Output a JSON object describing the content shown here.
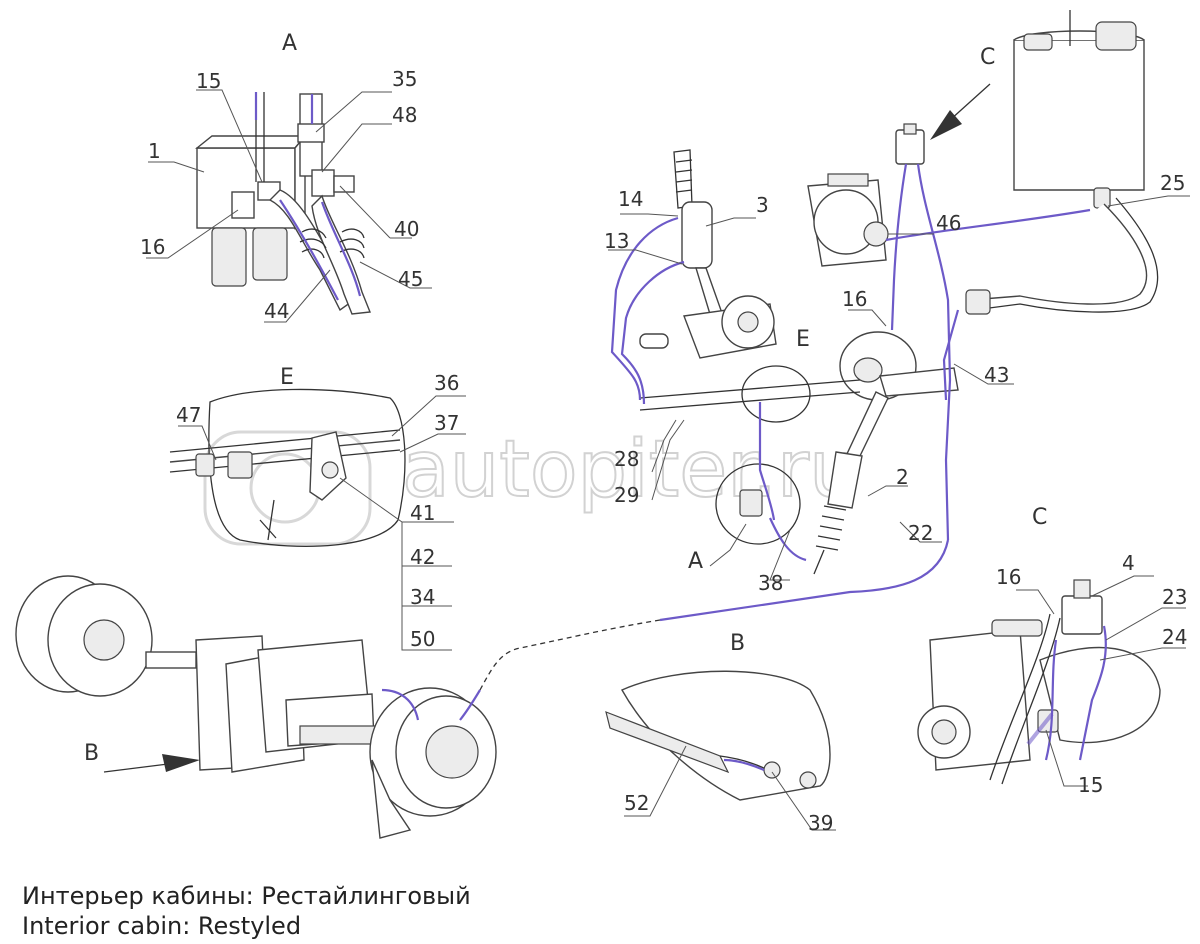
{
  "caption": {
    "line_ru": "Интерьер кабины: Рестайлинговый",
    "line_en": "Interior cabin: Restyled"
  },
  "watermark": "autopiter.ru",
  "view_letters": [
    {
      "id": "A-top",
      "text": "A"
    },
    {
      "id": "A-mid",
      "text": "A"
    },
    {
      "id": "B-left",
      "text": "B"
    },
    {
      "id": "B-bottom",
      "text": "B"
    },
    {
      "id": "C-top",
      "text": "C"
    },
    {
      "id": "C-right",
      "text": "C"
    },
    {
      "id": "E-left",
      "text": "E"
    },
    {
      "id": "E-mid",
      "text": "E"
    }
  ],
  "callouts": [
    "15",
    "35",
    "48",
    "1",
    "40",
    "16",
    "45",
    "44",
    "14",
    "3",
    "13",
    "46",
    "25",
    "16",
    "43",
    "36",
    "47",
    "37",
    "28",
    "29",
    "41",
    "42",
    "34",
    "50",
    "2",
    "22",
    "38",
    "16",
    "4",
    "23",
    "24",
    "15",
    "52",
    "39"
  ]
}
